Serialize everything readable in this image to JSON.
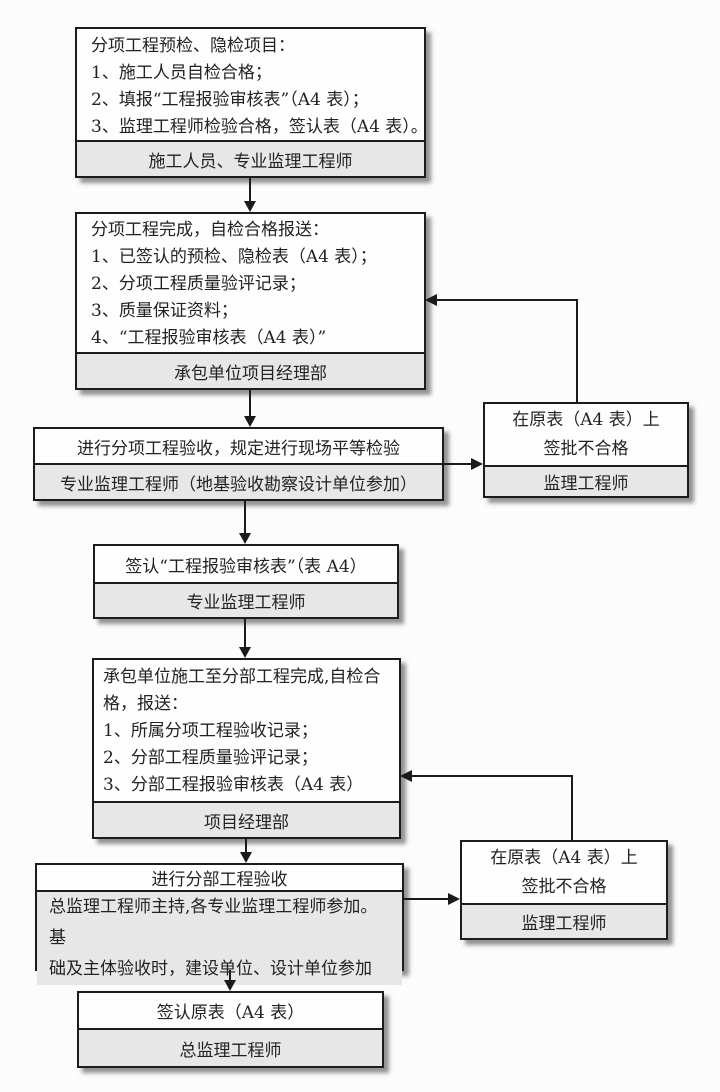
{
  "colors": {
    "background": "#fcfcfc",
    "box_border": "#1c1c1c",
    "box_fill": "#fefefe",
    "footer_fill": "#e7e7e7",
    "line": "#1a1a1a",
    "text": "#222222"
  },
  "boxes": {
    "b1": {
      "lines": [
        "分项工程预检、隐检项目：",
        "1、施工人员自检合格；",
        "2、填报“工程报验审核表”（A4 表）；",
        "3、监理工程师检验合格，签认表（A4 表）。"
      ],
      "footer": "施工人员、专业监理工程师"
    },
    "b2": {
      "lines": [
        "分项工程完成，自检合格报送：",
        "1、已签认的预检、隐检表（A4 表）；",
        "2、分项工程质量验评记录；",
        "3、质量保证资料；",
        "4、“工程报验审核表（A4 表）”"
      ],
      "footer": "承包单位项目经理部"
    },
    "b3": {
      "title": "进行分项工程验收，规定进行现场平等检验",
      "footer": "专业监理工程师（地基验收勘察设计单位参加）"
    },
    "r1": {
      "lines": [
        "在原表（A4 表）上",
        "签批不合格"
      ],
      "footer": "监理工程师"
    },
    "b4": {
      "title": "签认“工程报验审核表”（表 A4）",
      "footer": "专业监理工程师"
    },
    "b5": {
      "lines": [
        "承包单位施工至分部工程完成,自检合",
        "格，报送：",
        "1、所属分项工程验收记录；",
        "2、分部工程质量验评记录；",
        "3、分部工程报验审核表（A4 表）"
      ],
      "footer": "项目经理部"
    },
    "b6": {
      "title": "进行分部工程验收",
      "footer_lines": [
        "总监理工程师主持,各专业监理工程师参加。基",
        "础及主体验收时，建设单位、设计单位参加"
      ]
    },
    "r2": {
      "lines": [
        "在原表（A4 表）上",
        "签批不合格"
      ],
      "footer": "监理工程师"
    },
    "b7": {
      "title": "签认原表（A4 表）",
      "footer": "总监理工程师"
    }
  }
}
